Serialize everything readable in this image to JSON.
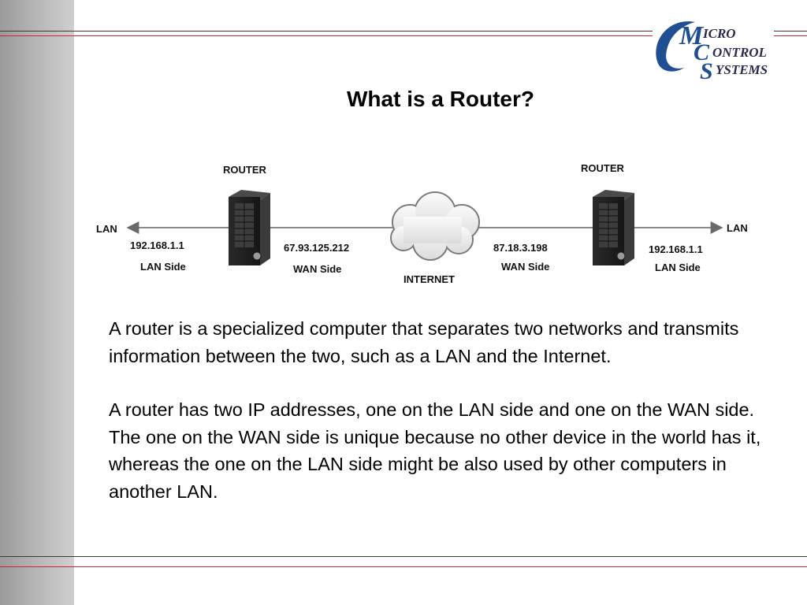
{
  "slide": {
    "title": "What is a Router?",
    "logo": {
      "line1": "ICRO",
      "line2": "ONTROL",
      "line3": "YSTEMS",
      "brand_colors": {
        "primary": "#1f4f92",
        "dark": "#2a2a4a"
      }
    },
    "colors": {
      "rule_dark": "#3a3a3a",
      "rule_red": "#c8243a"
    },
    "paragraphs": [
      "A router is a specialized computer that separates two networks and transmits information between the two, such as a LAN and the Internet.",
      "A router has two IP addresses, one on the LAN side and one on the WAN side.  The one on the WAN side is unique because no other device in the world has it, whereas the one on the LAN side might be also used by other computers in another LAN."
    ]
  },
  "diagram": {
    "left": {
      "router_label": "ROUTER",
      "lan_label": "LAN",
      "lan_ip": "192.168.1.1",
      "lan_side": "LAN Side",
      "wan_ip": "67.93.125.212",
      "wan_side": "WAN Side"
    },
    "internet_label": "INTERNET",
    "right": {
      "router_label": "ROUTER",
      "lan_label": "LAN",
      "lan_ip": "192.168.1.1",
      "lan_side": "LAN Side",
      "wan_ip": "87.18.3.198",
      "wan_side": "WAN Side"
    }
  }
}
